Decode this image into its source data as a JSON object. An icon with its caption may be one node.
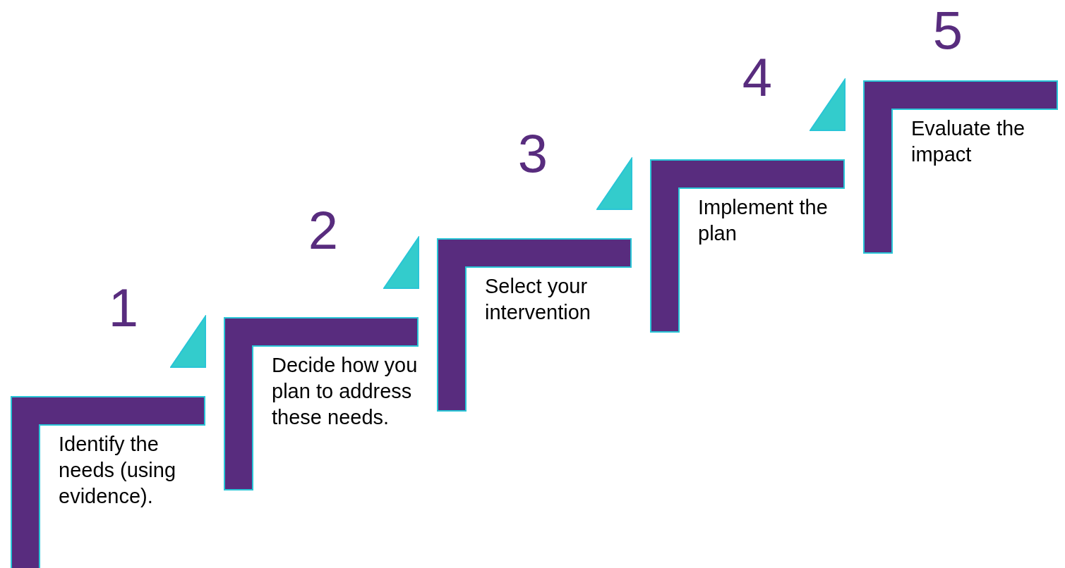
{
  "diagram": {
    "nodes": [
      {
        "text": [
          "Identify the needs (using evidence)."
        ],
        "beside": [
          "1"
        ]
      },
      {
        "text": [
          "Decide how you plan to address these needs."
        ],
        "beside": [
          "2"
        ]
      },
      {
        "text": [
          "Select your intervention"
        ],
        "beside": [
          "3"
        ]
      },
      {
        "text": [
          "Implement the plan"
        ],
        "beside": [
          "4"
        ]
      },
      {
        "text": [
          "Evaluate the impact"
        ],
        "beside": [
          "5"
        ]
      }
    ]
  }
}
